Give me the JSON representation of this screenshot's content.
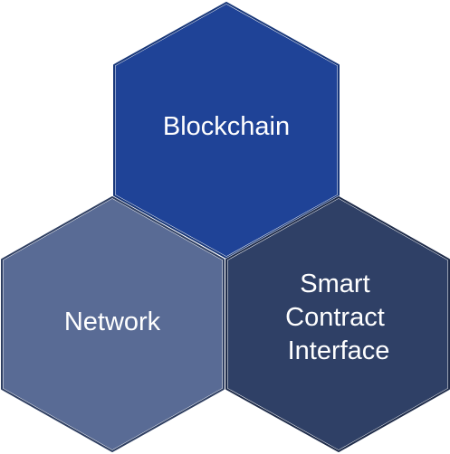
{
  "hexagons": [
    {
      "id": "blockchain",
      "label_lines": [
        "Blockchain"
      ],
      "fill": "#1F4397",
      "outline": "#183779"
    },
    {
      "id": "network",
      "label_lines": [
        "Network"
      ],
      "fill": "#596B95",
      "outline": "#2F3F62"
    },
    {
      "id": "smart-contract-interface",
      "label_lines": [
        "Smart",
        "Contract",
        "Interface"
      ],
      "fill": "#2F4066",
      "outline": "#1F2C4A"
    }
  ]
}
